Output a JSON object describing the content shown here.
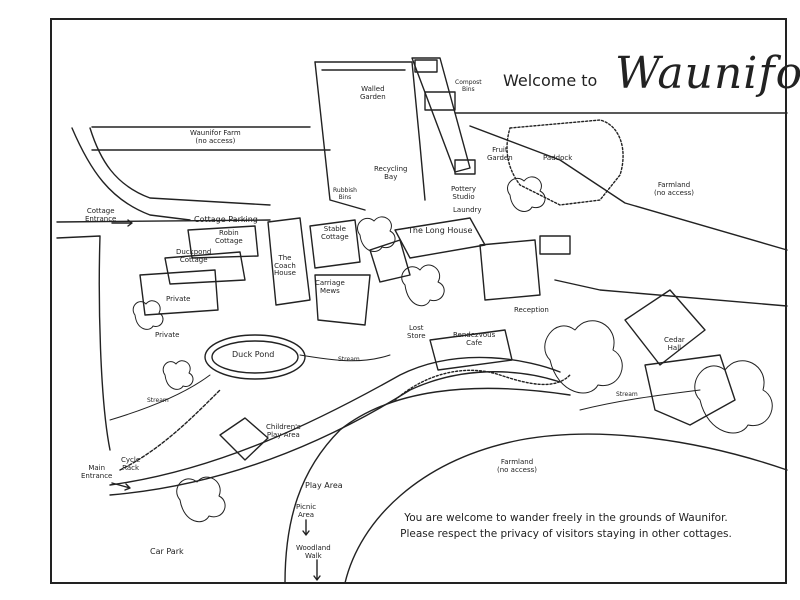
{
  "header": {
    "welcome": "Welcome to",
    "brand": "Waunifor"
  },
  "notice": {
    "line1": "You are welcome to wander freely in the grounds of Waunifor.",
    "line2": "Please respect the privacy of visitors staying in other cottages."
  },
  "labels": {
    "walled_garden": "Walled\nGarden",
    "compost_bins": "Compost\nBins",
    "waunifor_farm": "Waunifor Farm\n(no access)",
    "recycling_bay": "Recycling\nBay",
    "rubbish_bins": "Rubbish\nBins",
    "fruit_garden": "Fruit\nGarden",
    "paddock": "Paddock",
    "farmland_top": "Farmland\n(no access)",
    "pottery_studio": "Pottery\nStudio",
    "laundry": "Laundry",
    "cottage_entrance": "Cottage\nEntrance",
    "cottage_parking": "Cottage Parking",
    "robin_cottage": "Robin\nCottage",
    "stable_cottage": "Stable\nCottage",
    "the_long_house": "The Long House",
    "duckpond_cottage": "Duckpond\nCottage",
    "the_coach_house": "The\nCoach\nHouse",
    "carriage_mews": "Carriage\nMews",
    "private_1": "Private",
    "private_2": "Private",
    "reception": "Reception",
    "lost_store": "Lost\nStore",
    "rendezvous_cafe": "Rendezvous\nCafe",
    "cedar_hall": "Cedar\nHall",
    "duck_pond": "Duck Pond",
    "stream_1": "Stream",
    "stream_2": "Stream",
    "stream_3": "Stream",
    "childrens_play_area": "Children's\nPlay Area",
    "farmland_bottom": "Farmland\n(no access)",
    "cycle_rack": "Cycle\nRack",
    "main_entrance": "Main\nEntrance",
    "play_area": "Play Area",
    "picnic_area": "Picnic\nArea",
    "woodland_walk": "Woodland\nWalk",
    "car_park": "Car Park"
  }
}
